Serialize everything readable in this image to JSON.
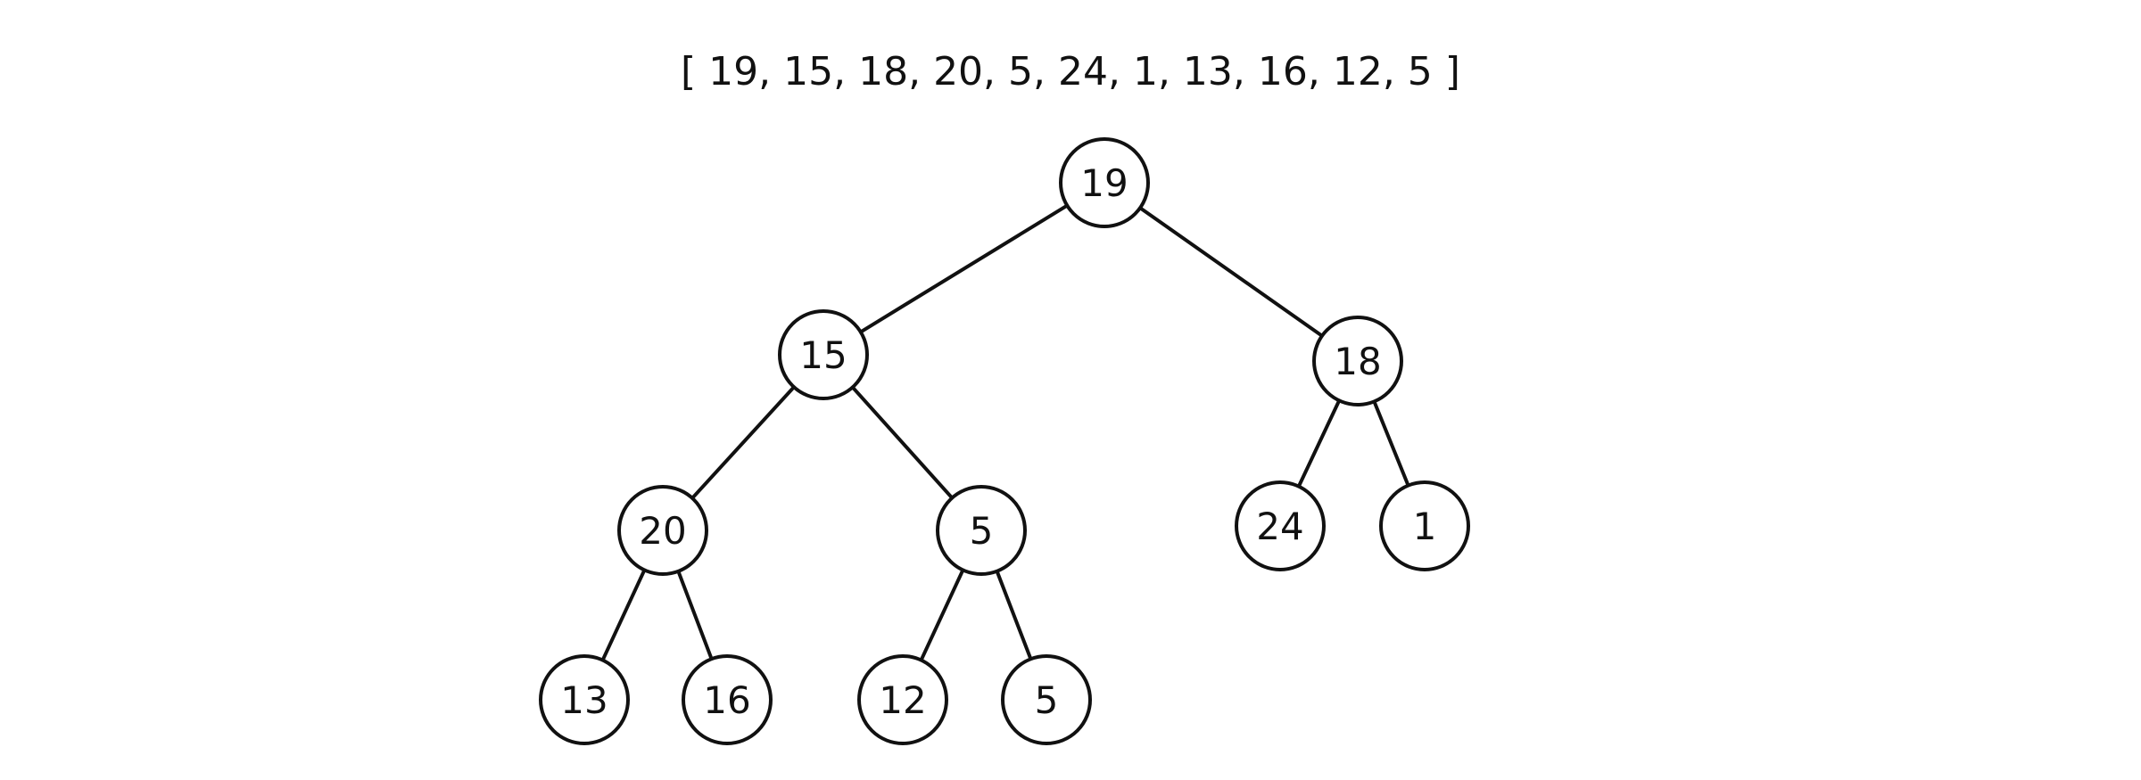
{
  "array_label": "[ 19, 15, 18, 20, 5, 24, 1, 13, 16, 12, 5 ]",
  "tree": {
    "nodes": [
      {
        "id": "n0",
        "value": "19"
      },
      {
        "id": "n1",
        "value": "15"
      },
      {
        "id": "n2",
        "value": "18"
      },
      {
        "id": "n3",
        "value": "20"
      },
      {
        "id": "n4",
        "value": "5"
      },
      {
        "id": "n5",
        "value": "24"
      },
      {
        "id": "n6",
        "value": "1"
      },
      {
        "id": "n7",
        "value": "13"
      },
      {
        "id": "n8",
        "value": "16"
      },
      {
        "id": "n9",
        "value": "12"
      },
      {
        "id": "n10",
        "value": "5"
      }
    ],
    "edges": [
      [
        "n0",
        "n1"
      ],
      [
        "n0",
        "n2"
      ],
      [
        "n1",
        "n3"
      ],
      [
        "n1",
        "n4"
      ],
      [
        "n2",
        "n5"
      ],
      [
        "n2",
        "n6"
      ],
      [
        "n3",
        "n7"
      ],
      [
        "n3",
        "n8"
      ],
      [
        "n4",
        "n9"
      ],
      [
        "n4",
        "n10"
      ]
    ]
  },
  "colors": {
    "stroke": "#111111",
    "background": "#ffffff"
  }
}
